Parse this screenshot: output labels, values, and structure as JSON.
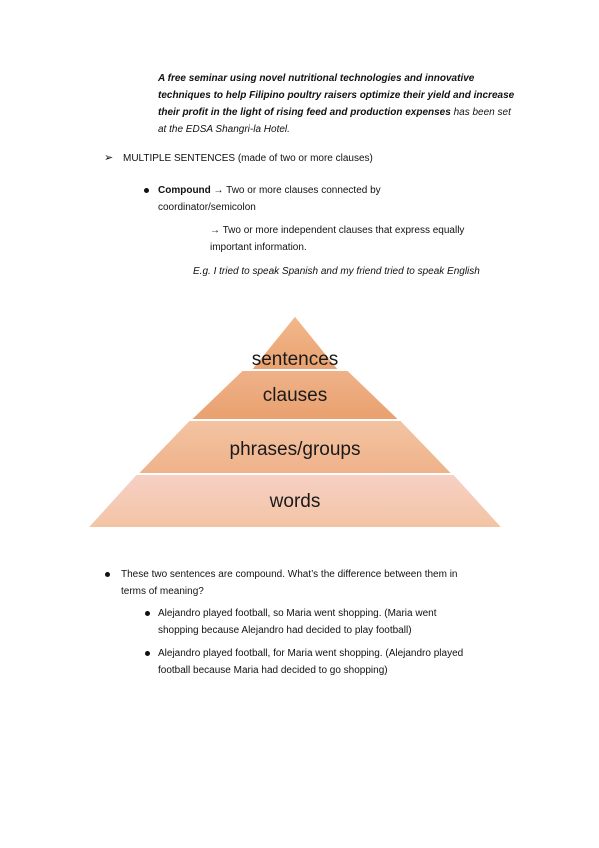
{
  "quote": {
    "bold_italic": "A free seminar using novel nutritional technologies and innovative techniques to help Filipino poultry raisers optimize their yield and increase their profit in the light of rising feed and production expenses",
    "italic_tail": "has been set at the EDSA Shangri-la Hotel."
  },
  "section": {
    "bullet_glyph": "➢",
    "heading": "MULTIPLE SENTENCES (made of two or more clauses)"
  },
  "compound": {
    "term": "Compound",
    "arrow": "→",
    "definition_line1": "Two or more clauses connected by",
    "definition_line2": "coordinator/semicolon",
    "sub_line1": "Two or more independent clauses that express equally",
    "sub_line2": "important information.",
    "example": "E.g. I tried to speak Spanish and my friend tried to speak English"
  },
  "pyramid": {
    "tiers": [
      "sentences",
      "clauses",
      "phrases/groups",
      "words"
    ],
    "colors": {
      "top": "#e9a06e",
      "top_light": "#f2b88c",
      "mid1": "#efb28a",
      "mid2": "#f3c4a3",
      "base": "#f7d0c6"
    }
  },
  "question": {
    "line1": "These two sentences are compound.  What’s the difference between them in",
    "line2": "terms of meaning?",
    "items": [
      {
        "line1": "Alejandro played football, so Maria went shopping.  (Maria went",
        "line2": "shopping because Alejandro had decided to play football)"
      },
      {
        "line1": "Alejandro played football, for Maria went shopping.  (Alejandro played",
        "line2": "football because Maria had decided to go shopping)"
      }
    ]
  }
}
